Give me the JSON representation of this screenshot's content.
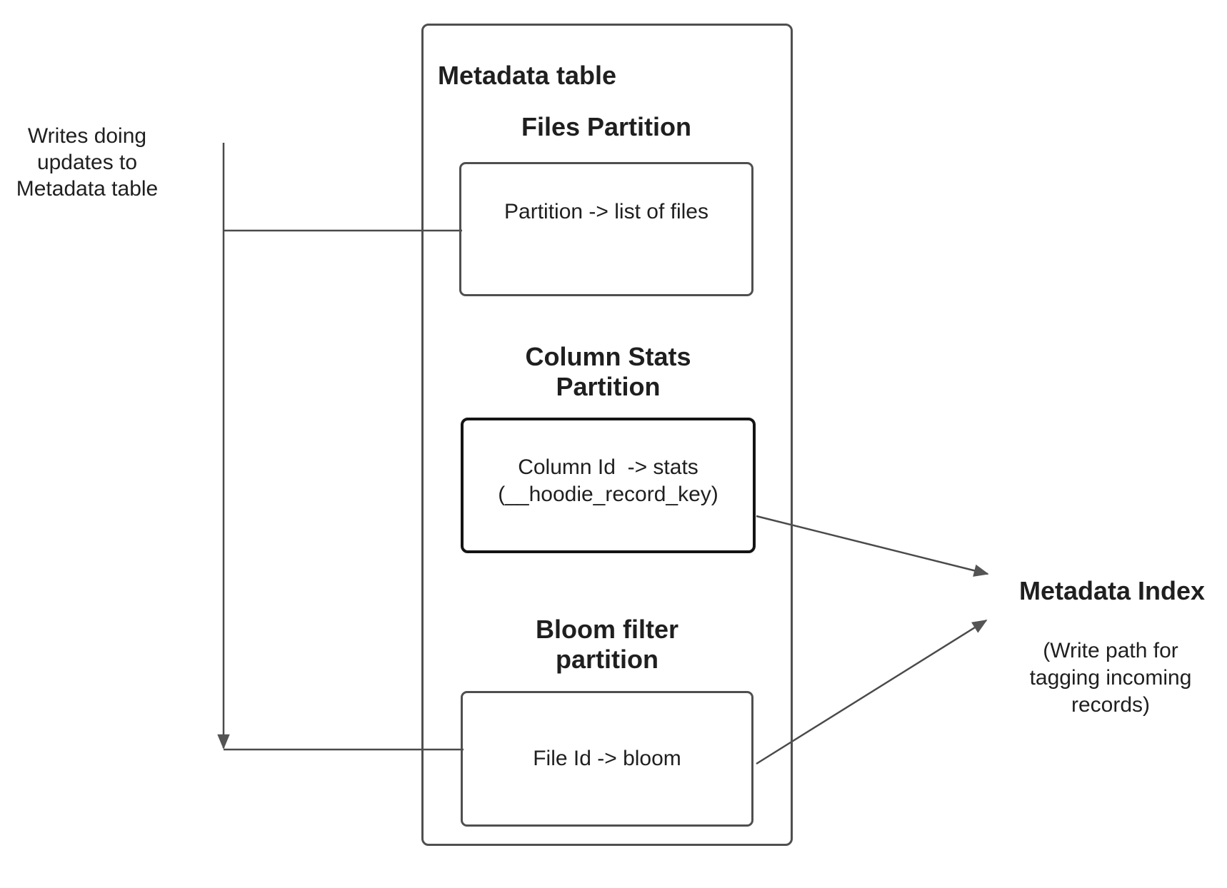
{
  "style": {
    "background": "#ffffff",
    "text_color": "#1f1f1f",
    "border_color": "#4f4f4f",
    "emphasis_border_color": "#141414",
    "line_color": "#4a4a4a",
    "arrowhead_color": "#545454"
  },
  "left_label": {
    "text": "Writes doing\nupdates to\nMetadata table"
  },
  "metadata_table": {
    "title": "Metadata table",
    "partitions": [
      {
        "heading": "Files Partition",
        "body": "Partition -> list of files"
      },
      {
        "heading": "Column Stats\nPartition",
        "body": "Column Id  -> stats\n(__hoodie_record_key)"
      },
      {
        "heading": "Bloom filter\npartition",
        "body": "File Id -> bloom"
      }
    ]
  },
  "metadata_index": {
    "title": "Metadata Index",
    "subtitle": "(Write path for\ntagging incoming\nrecords)"
  }
}
